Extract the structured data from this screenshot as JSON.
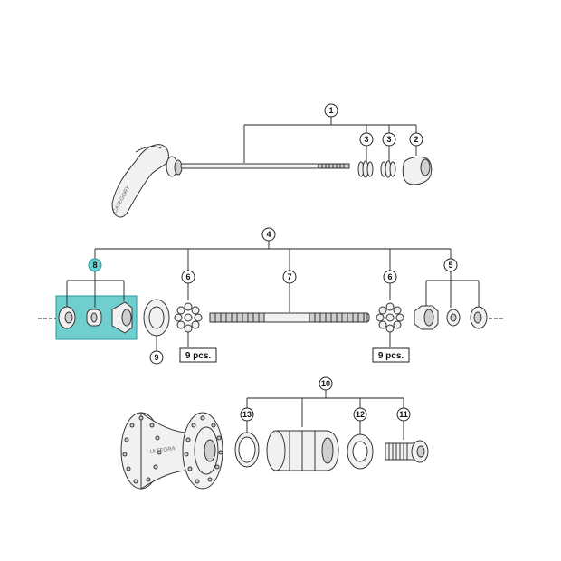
{
  "callouts": {
    "c1": "1",
    "c2": "2",
    "c3a": "3",
    "c3b": "3",
    "c4": "4",
    "c5": "5",
    "c6a": "6",
    "c6b": "6",
    "c7": "7",
    "c8": "8",
    "c9": "9",
    "c10": "10",
    "c11": "11",
    "c12": "12",
    "c13": "13"
  },
  "quantity_labels": {
    "left": "9 pcs.",
    "right": "9 pcs."
  },
  "brand_marks": {
    "lever": "CATEGORY",
    "hub": "ULTEGRA"
  },
  "colors": {
    "highlight": "#6fcfcf",
    "highlight_stroke": "#2a9a9a",
    "line": "#222222"
  }
}
